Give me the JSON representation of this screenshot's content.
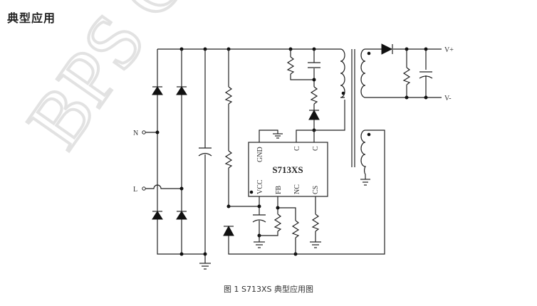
{
  "section_title": "典型应用",
  "watermark": "BPS C",
  "schematic": {
    "ic_name": "S713XS",
    "ic_pins_top": [
      "GND",
      "C",
      "C"
    ],
    "ic_pins_bottom": [
      "VCC",
      "FB",
      "NC",
      "CS"
    ],
    "inputs": {
      "n_label": "N",
      "l_label": "L"
    },
    "outputs": {
      "vplus_label": "V+",
      "vminus_label": "V-"
    }
  },
  "caption": "图 1 S713XS 典型应用图"
}
